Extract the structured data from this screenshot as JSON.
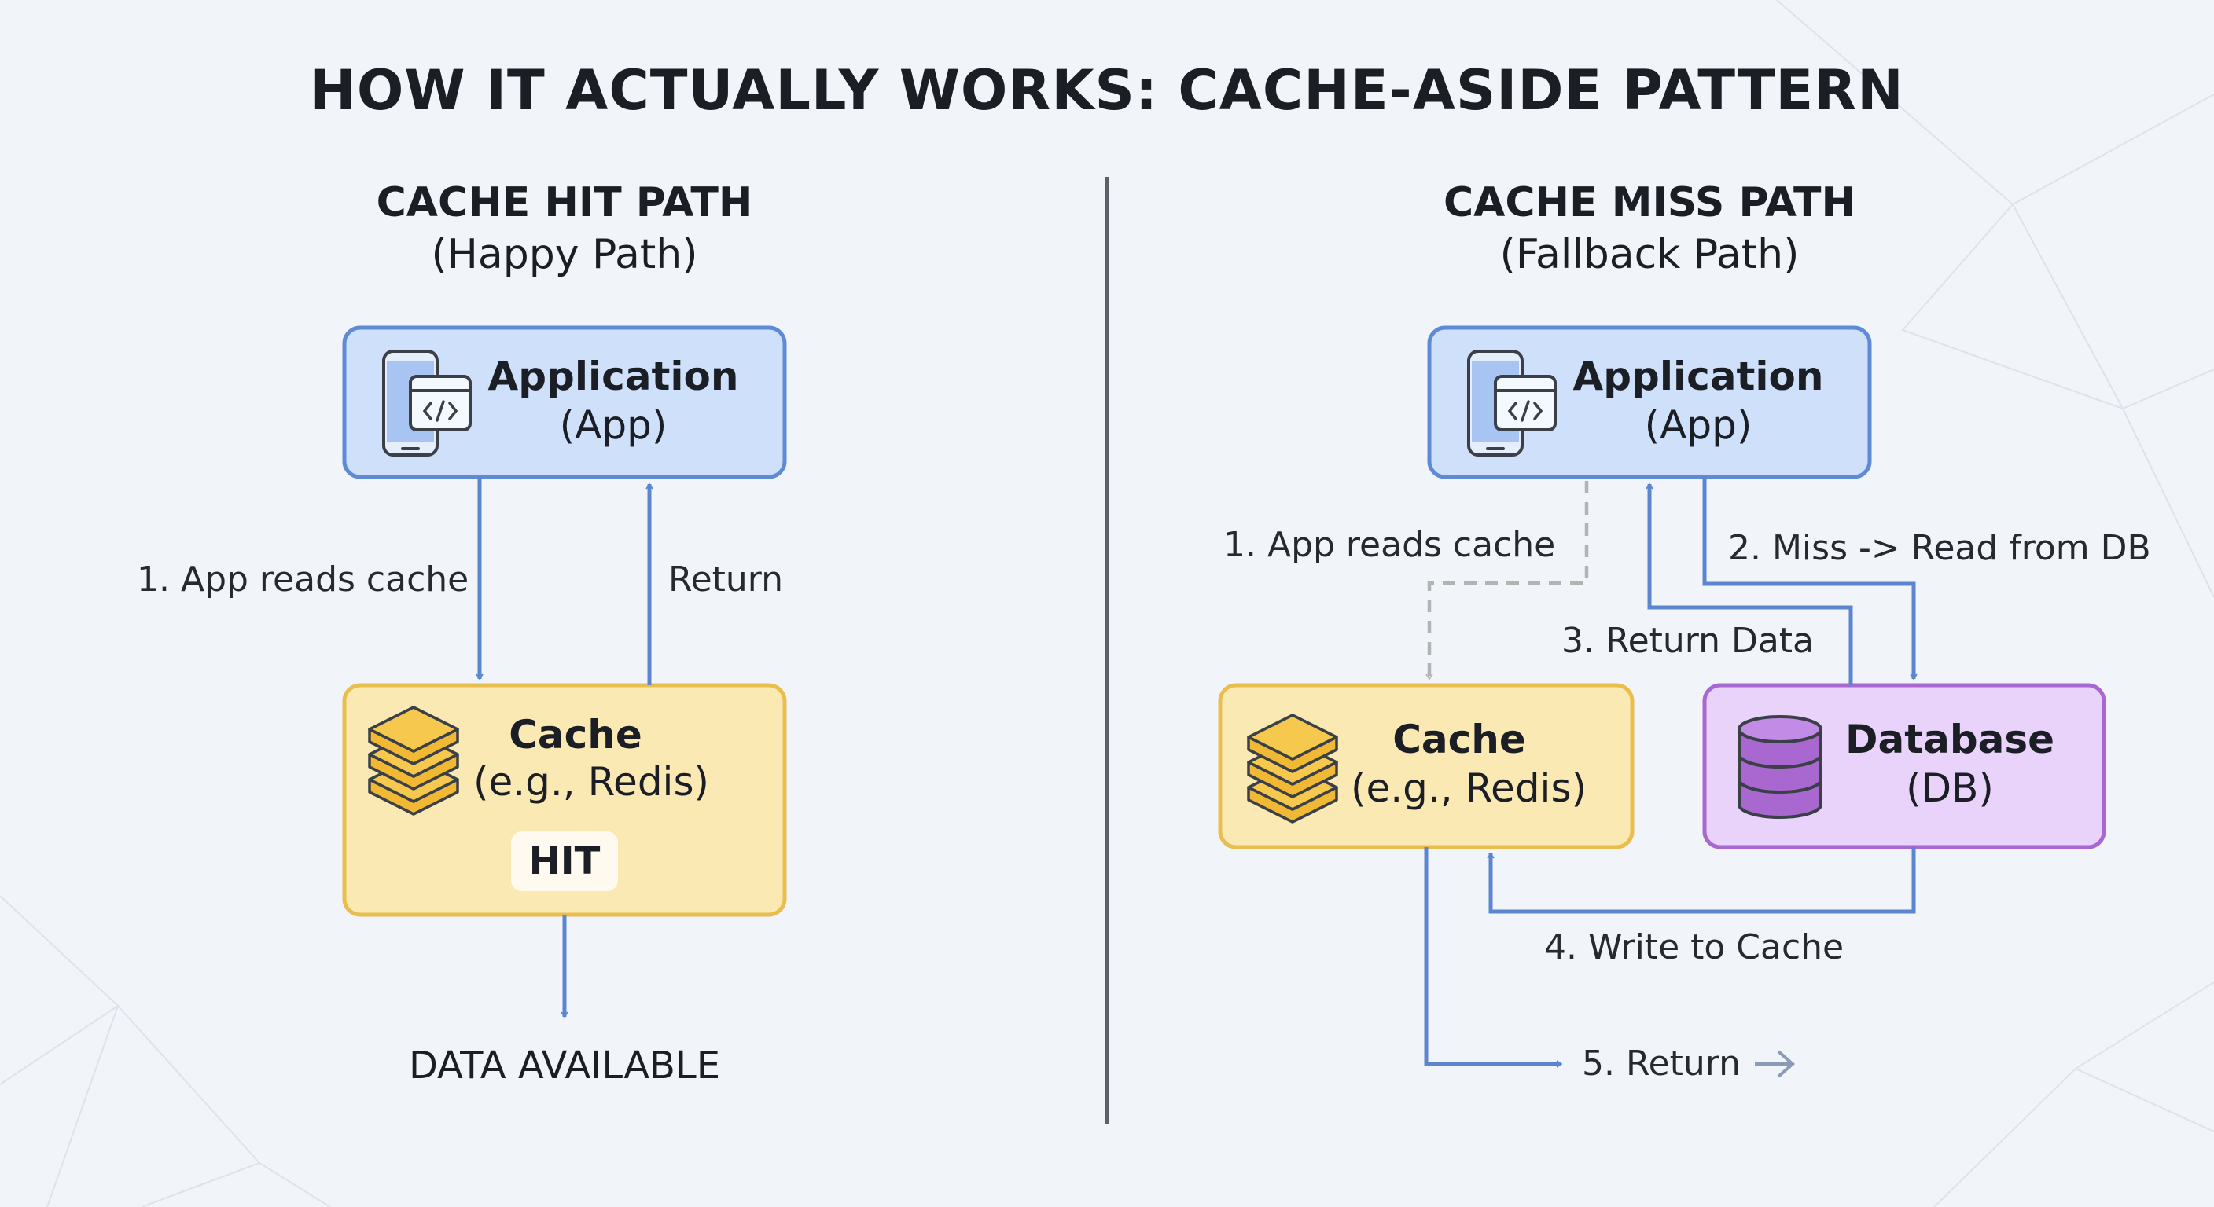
{
  "title": "HOW IT ACTUALLY WORKS: CACHE-ASIDE PATTERN",
  "hit_path": {
    "heading": "CACHE HIT PATH",
    "subheading": "(Happy Path)",
    "app": {
      "title": "Application",
      "subtitle": "(App)"
    },
    "cache": {
      "title": "Cache",
      "subtitle": "(e.g., Redis)",
      "badge": "HIT"
    },
    "labels": {
      "read": "1. App reads cache",
      "return": "Return",
      "result": "DATA AVAILABLE"
    }
  },
  "miss_path": {
    "heading": "CACHE MISS PATH",
    "subheading": "(Fallback Path)",
    "app": {
      "title": "Application",
      "subtitle": "(App)"
    },
    "cache": {
      "title": "Cache",
      "subtitle": "(e.g., Redis)"
    },
    "database": {
      "title": "Database",
      "subtitle": "(DB)"
    },
    "labels": {
      "read": "1. App reads cache",
      "miss": "2. Miss -> Read from DB",
      "return_data": "3. Return Data",
      "write": "4. Write to Cache",
      "return": "5. Return"
    }
  },
  "colors": {
    "app_fill": "#cfe0fb",
    "app_stroke": "#5e8ad6",
    "cache_fill": "#fbe9b4",
    "cache_stroke": "#e9be4f",
    "db_fill": "#e9d3fa",
    "db_stroke": "#a867d1",
    "arrow": "#5b86cf",
    "dashed": "#b3b3b3",
    "divider": "#5d6068"
  },
  "icons": [
    "mobile-code-icon",
    "stack-layers-icon",
    "database-icon"
  ]
}
